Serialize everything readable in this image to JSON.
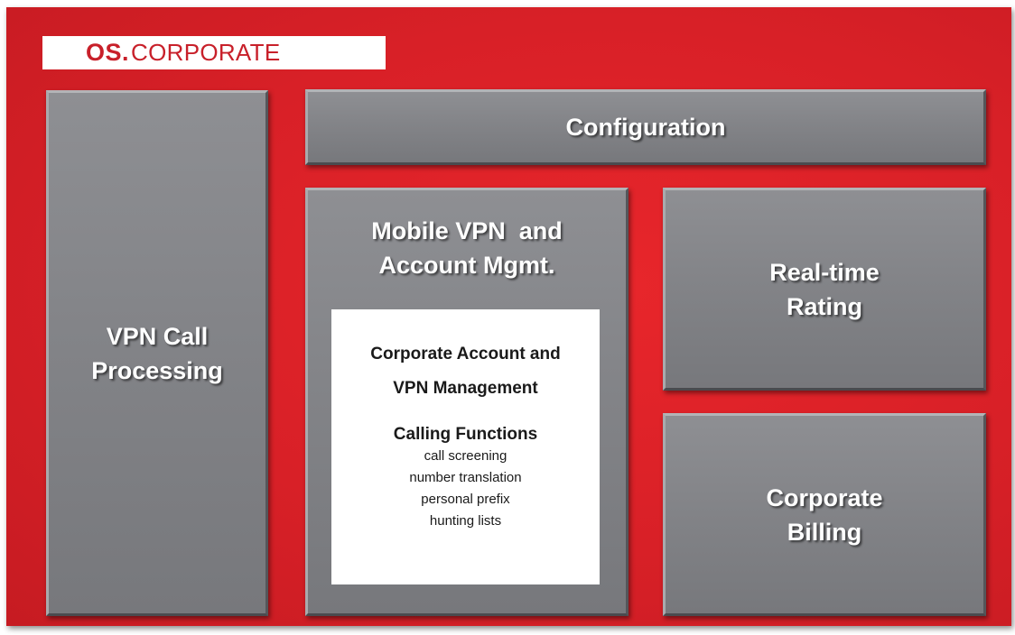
{
  "logo": {
    "prefix": "OS.",
    "name": "CORPORATE"
  },
  "boxes": {
    "vpn_call": {
      "line1": "VPN Call",
      "line2": "Processing"
    },
    "configuration": {
      "label": "Configuration"
    },
    "mobile_vpn": {
      "line1": "Mobile VPN  and",
      "line2": "Account Mgmt."
    },
    "rating": {
      "line1": "Real-time",
      "line2": "Rating"
    },
    "billing": {
      "line1": "Corporate",
      "line2": "Billing"
    }
  },
  "inner_panel": {
    "heading_line1": "Corporate Account and",
    "heading_line2": "VPN Management",
    "functions_title": "Calling Functions",
    "functions": [
      "call screening",
      "number translation",
      "personal prefix",
      "hunting lists"
    ]
  },
  "colors": {
    "background_red": "#d82027",
    "box_gray": "#838488",
    "logo_red": "#c8202a"
  }
}
